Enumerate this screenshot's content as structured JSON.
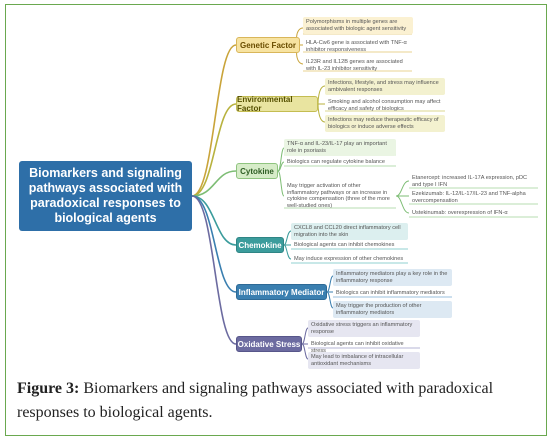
{
  "root": {
    "label": "Biomarkers and signaling pathways associated with paradoxical responses to biological agents"
  },
  "categories": [
    {
      "label": "Genetic Factor"
    },
    {
      "label": "Environmental Factor"
    },
    {
      "label": "Cytokine"
    },
    {
      "label": "Chemokine"
    },
    {
      "label": "Inflammatory Mediator"
    },
    {
      "label": "Oxidative Stress"
    }
  ],
  "genetic": [
    "Polymorphisms in multiple genes are associated with biologic agent sensitivity",
    "HLA-Cw6 gene is associated with TNF-α inhibitor responsiveness",
    "IL23R and IL12B genes are associated with IL-23 inhibitor sensitivity"
  ],
  "environmental": [
    "Infections, lifestyle, and stress may influence ambivalent responses",
    "Smoking and alcohol consumption may affect efficacy and safety of biologics",
    "Infections may reduce therapeutic efficacy of biologics or induce adverse effects"
  ],
  "cytokine": [
    "TNF-α and IL-23/IL-17 play an important role in psoriasis",
    "Biologics can regulate cytokine balance",
    "May trigger activation of other inflammatory pathways or an increase in cytokine compensation (three of the more well-studied ones)"
  ],
  "cytokine_sub": [
    "Etanercept: increased IL-17A expression, pDC and type I IFN",
    "Ezekizumab: IL-12/IL-17/IL-23 and TNF-alpha overcompensation",
    "Ustekinumab: overexpression of IFN-α"
  ],
  "chemokine": [
    "CXCL8 and CCL20 direct inflammatory cell migration into the skin",
    "Biological agents can inhibit chemokines",
    "May induce expression of other chemokines"
  ],
  "mediator": [
    "Inflammatory mediators play a key role in the inflammatory response",
    "Biologics can inhibit inflammatory mediators",
    "May trigger the production of other inflammatory mediators"
  ],
  "oxidative": [
    "Oxidative stress triggers an inflammatory response",
    "Biological agents can inhibit oxidative stress",
    "May lead to imbalance of intracellular antioxidant mechanisms"
  ],
  "caption": {
    "label": "Figure 3:",
    "text": "Biomarkers and signaling pathways associated with paradoxical responses to biological agents."
  },
  "colors": {
    "root": "#2e6fa8",
    "genetic": "#c9a43a",
    "environmental": "#b8b23e",
    "cytokine": "#7dbd74",
    "chemokine": "#3b9c9c",
    "mediator": "#3a7fb0",
    "oxidative": "#6c6ba0",
    "frame": "#6aa84f"
  }
}
